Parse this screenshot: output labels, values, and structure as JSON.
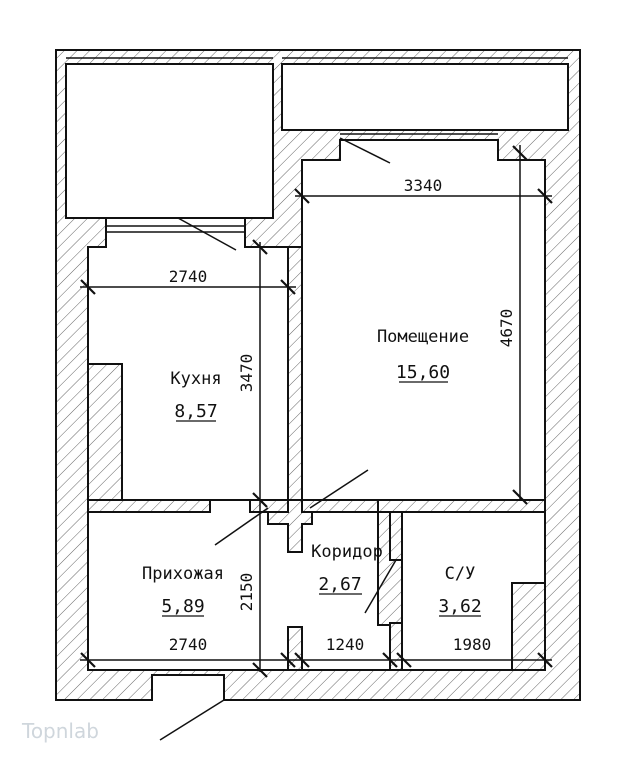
{
  "rooms": [
    {
      "id": "kitchen",
      "name": "Кухня",
      "area": "8,57"
    },
    {
      "id": "main",
      "name": "Помещение",
      "area": "15,60"
    },
    {
      "id": "hall",
      "name": "Прихожая",
      "area": "5,89"
    },
    {
      "id": "corridor",
      "name": "Коридор",
      "area": "2,67"
    },
    {
      "id": "bath",
      "name": "С/У",
      "area": "3,62"
    }
  ],
  "dimensions": {
    "main_width": "3340",
    "main_height": "4670",
    "kitchen_width": "2740",
    "kitchen_height": "3470",
    "hall_height": "2150",
    "bottom_left": "2740",
    "bottom_mid": "1240",
    "bottom_right": "1980"
  },
  "watermark": "Topnlab",
  "colors": {
    "line": "#111111",
    "hatch": "#555555",
    "background": "#ffffff"
  }
}
